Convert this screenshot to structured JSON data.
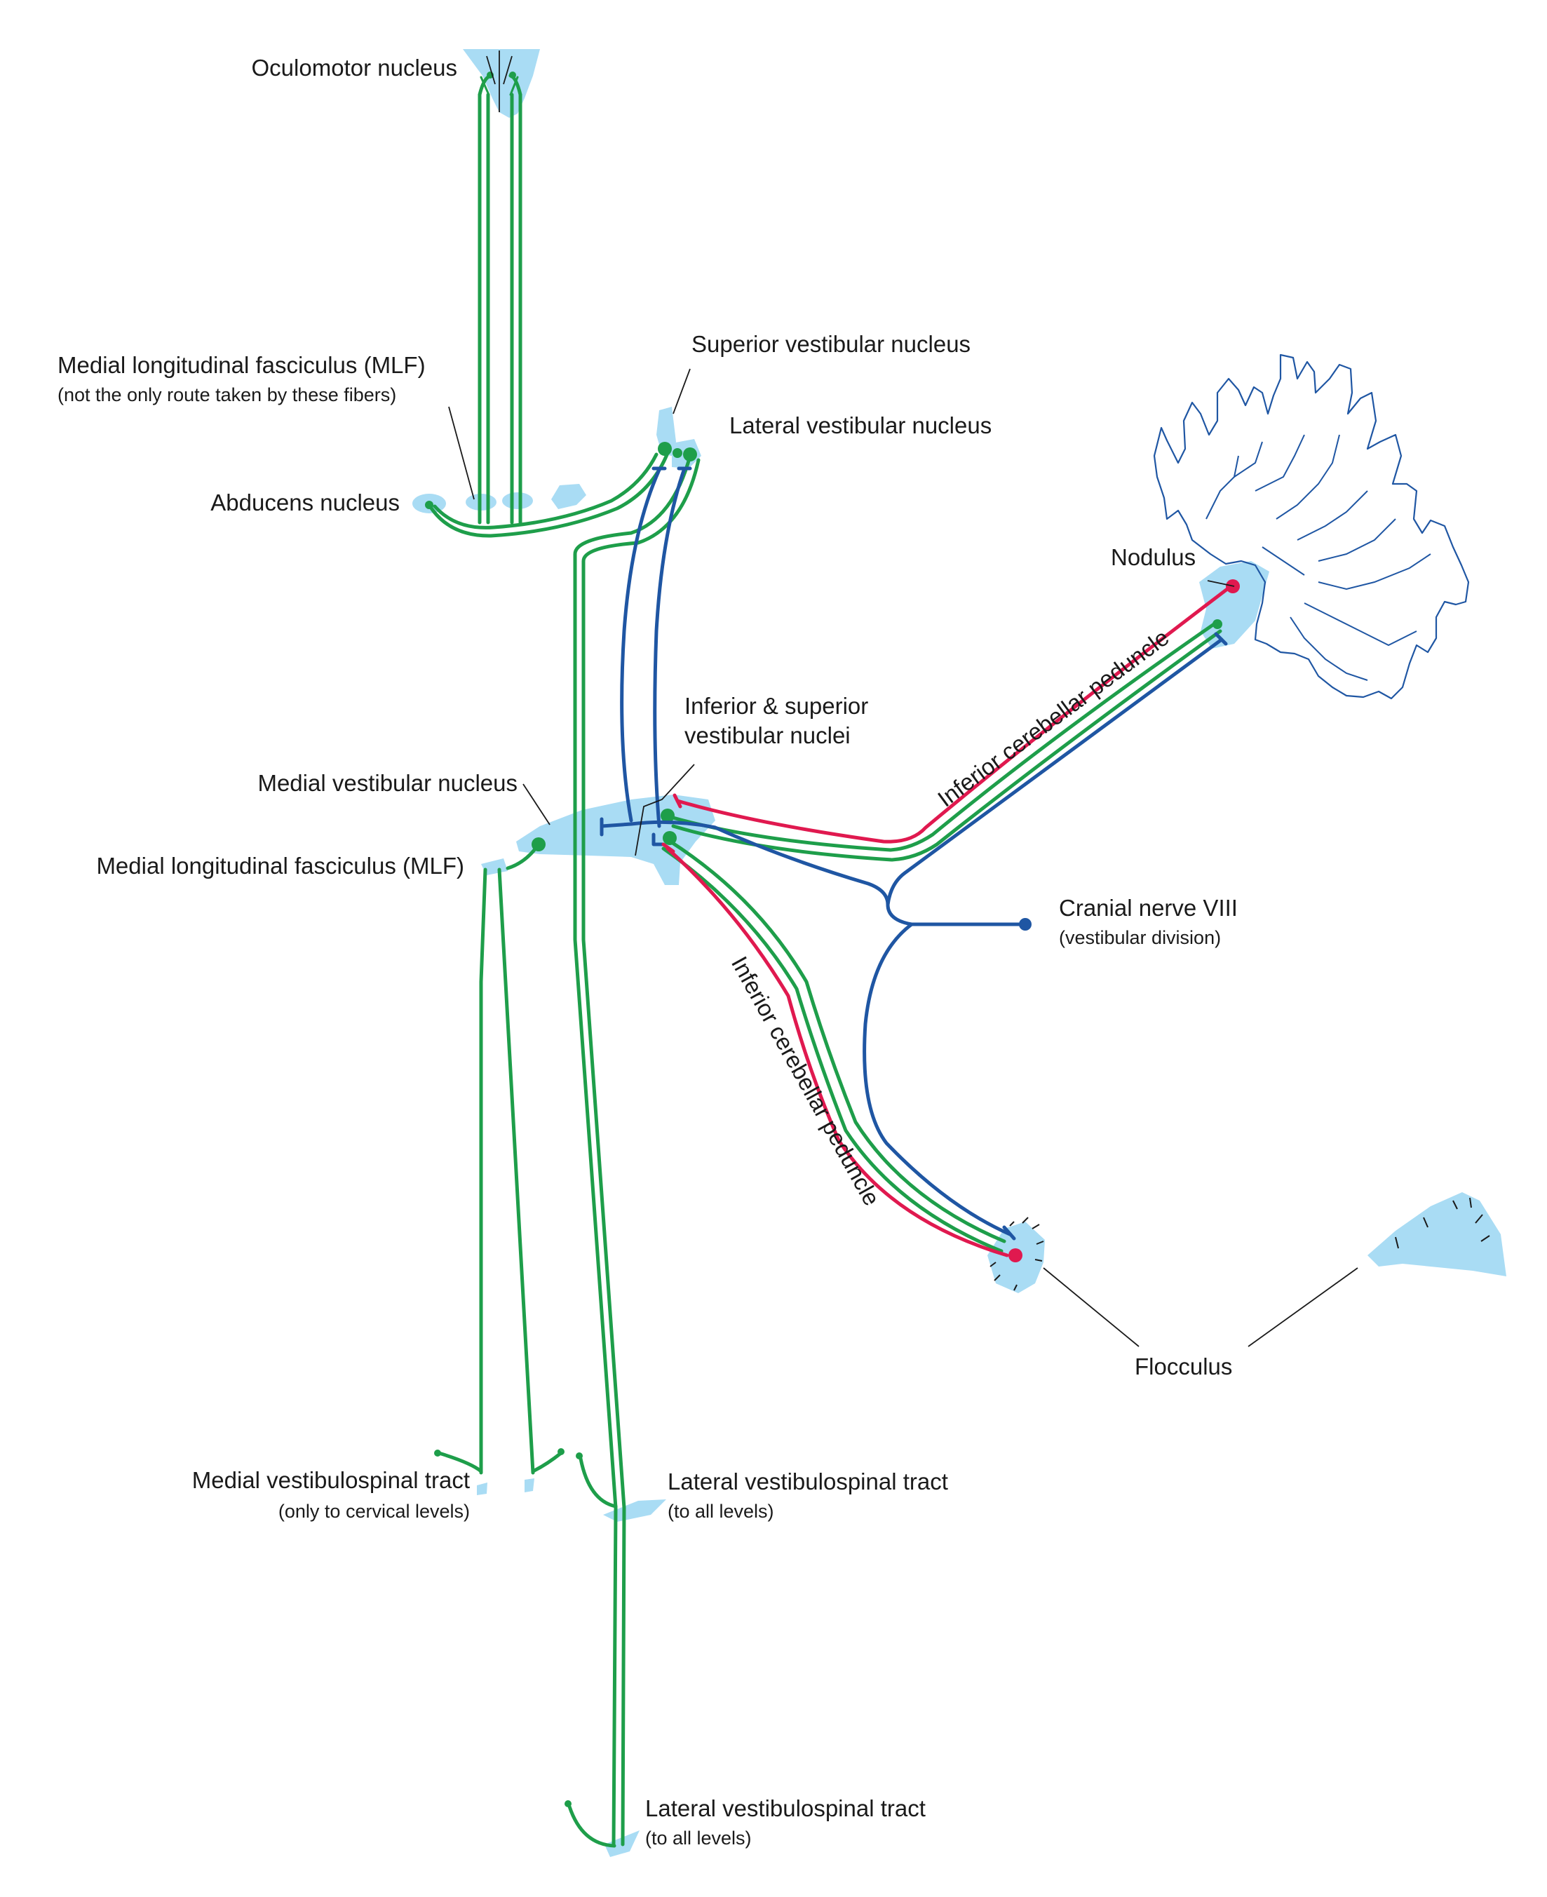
{
  "colors": {
    "green": "#1e9e4a",
    "blue": "#1f56a3",
    "red": "#e0194f",
    "nucleus": "#a9dcf4",
    "cerebellum_outline": "#1f56a3",
    "leader": "#1a1a1a"
  },
  "labels": {
    "oculomotor": "Oculomotor nucleus",
    "mlf_top": "Medial longitudinal fasciculus (MLF)",
    "mlf_top_note": "(not the only route taken by these fibers)",
    "abducens": "Abducens nucleus",
    "superior_vn": "Superior vestibular nucleus",
    "lateral_vn": "Lateral vestibular nucleus",
    "nodulus": "Nodulus",
    "inf_sup_vn_1": "Inferior & superior",
    "inf_sup_vn_2": "vestibular nuclei",
    "medial_vn": "Medial vestibular nucleus",
    "mlf_mid": "Medial longitudinal fasciculus (MLF)",
    "icp_upper": "Inferior cerebellar peduncle",
    "icp_lower": "Inferior cerebellar peduncle",
    "cn8": "Cranial nerve VIII",
    "cn8_note": "(vestibular division)",
    "flocculus": "Flocculus",
    "medial_vst": "Medial vestibulospinal tract",
    "medial_vst_note": "(only to cervical levels)",
    "lateral_vst_mid": "Lateral vestibulospinal tract",
    "lateral_vst_mid_note": "(to all levels)",
    "lateral_vst_low": "Lateral vestibulospinal tract",
    "lateral_vst_low_note": "(to all levels)"
  }
}
